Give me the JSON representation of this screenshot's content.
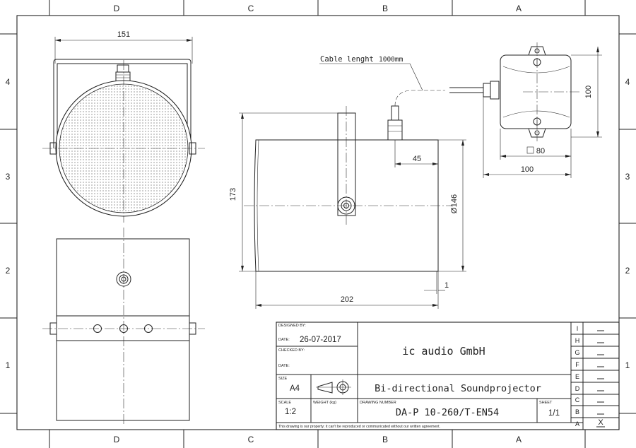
{
  "border": {
    "columns_top": [
      "D",
      "C",
      "B",
      "A"
    ],
    "columns_bottom": [
      "D",
      "C",
      "B",
      "A"
    ],
    "rows_left": [
      "4",
      "3",
      "2",
      "1"
    ],
    "rows_right": [
      "4",
      "3",
      "2",
      "1"
    ]
  },
  "dimensions": {
    "front_width": "151",
    "height": "173",
    "diameter": "146",
    "length": "202",
    "gland_offset": "45",
    "gap": "1",
    "box_height": "100",
    "box_square": "80",
    "box_width": "100"
  },
  "cable_note": {
    "text": "Cable lenght",
    "value": "1000mm"
  },
  "title_block": {
    "designed_by_label": "DESIGNED BY:",
    "date_label_1": "DATE:",
    "date_value": "26-07-2017",
    "checked_by_label": "CHECKED BY:",
    "date_label_2": "DATE:",
    "company": "ic audio GmbH",
    "size_label": "SIZE",
    "size_value": "A4",
    "title": "Bi-directional Soundprojector",
    "scale_label": "SCALE",
    "scale_value": "1:2",
    "weight_label": "WEIGHT (kg)",
    "drawing_number_label": "DRAWING NUMBER",
    "drawing_number": "DA-P 10-260/T-EN54",
    "sheet_label": "SHEET",
    "sheet_value": "1/1",
    "revisions": [
      "I",
      "H",
      "G",
      "F",
      "E",
      "D",
      "C",
      "B",
      "A"
    ],
    "revision_mark": "X",
    "disclaimer": "This drawing is our property; it can't be reproduced or communicated without our written agreement."
  }
}
